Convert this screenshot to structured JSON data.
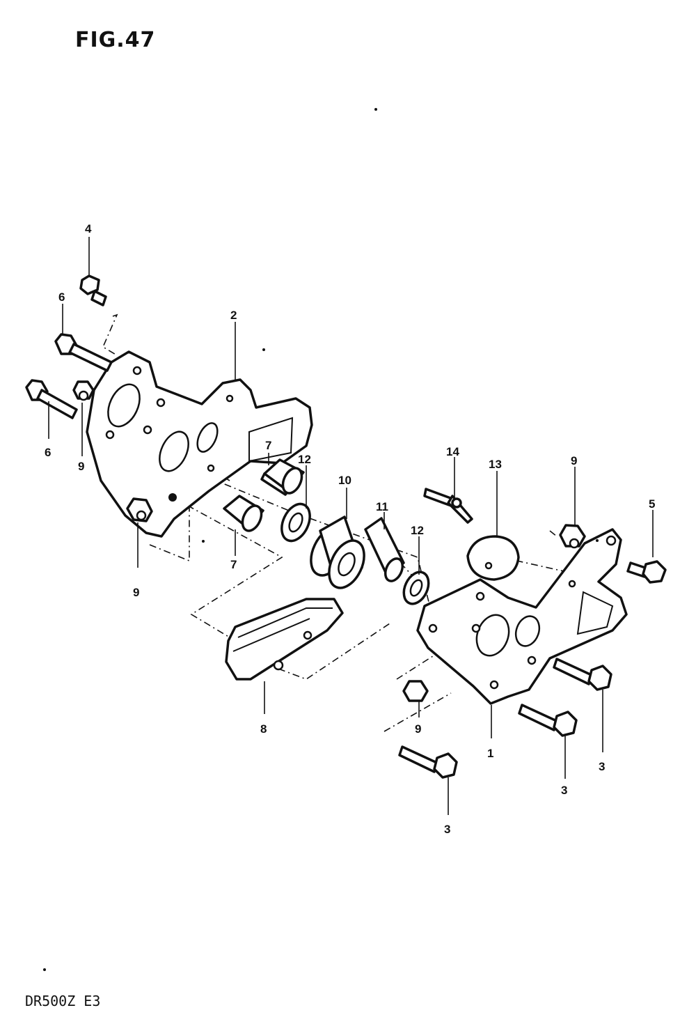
{
  "figure": {
    "title": "FIG.47",
    "model_code": "DR500Z E3"
  },
  "callouts": [
    {
      "id": "c4",
      "text": "4"
    },
    {
      "id": "c6a",
      "text": "6"
    },
    {
      "id": "c6b",
      "text": "6"
    },
    {
      "id": "c9a",
      "text": "9"
    },
    {
      "id": "c2",
      "text": "2"
    },
    {
      "id": "c7a",
      "text": "7"
    },
    {
      "id": "c12a",
      "text": "12"
    },
    {
      "id": "c10",
      "text": "10"
    },
    {
      "id": "c7b",
      "text": "7"
    },
    {
      "id": "c9b",
      "text": "9"
    },
    {
      "id": "c11",
      "text": "11"
    },
    {
      "id": "c12b",
      "text": "12"
    },
    {
      "id": "c14",
      "text": "14"
    },
    {
      "id": "c13",
      "text": "13"
    },
    {
      "id": "c9c",
      "text": "9"
    },
    {
      "id": "c5",
      "text": "5"
    },
    {
      "id": "c8",
      "text": "8"
    },
    {
      "id": "c9d",
      "text": "9"
    },
    {
      "id": "c1",
      "text": "1"
    },
    {
      "id": "c3a",
      "text": "3"
    },
    {
      "id": "c3b",
      "text": "3"
    },
    {
      "id": "c3c",
      "text": "3"
    }
  ]
}
